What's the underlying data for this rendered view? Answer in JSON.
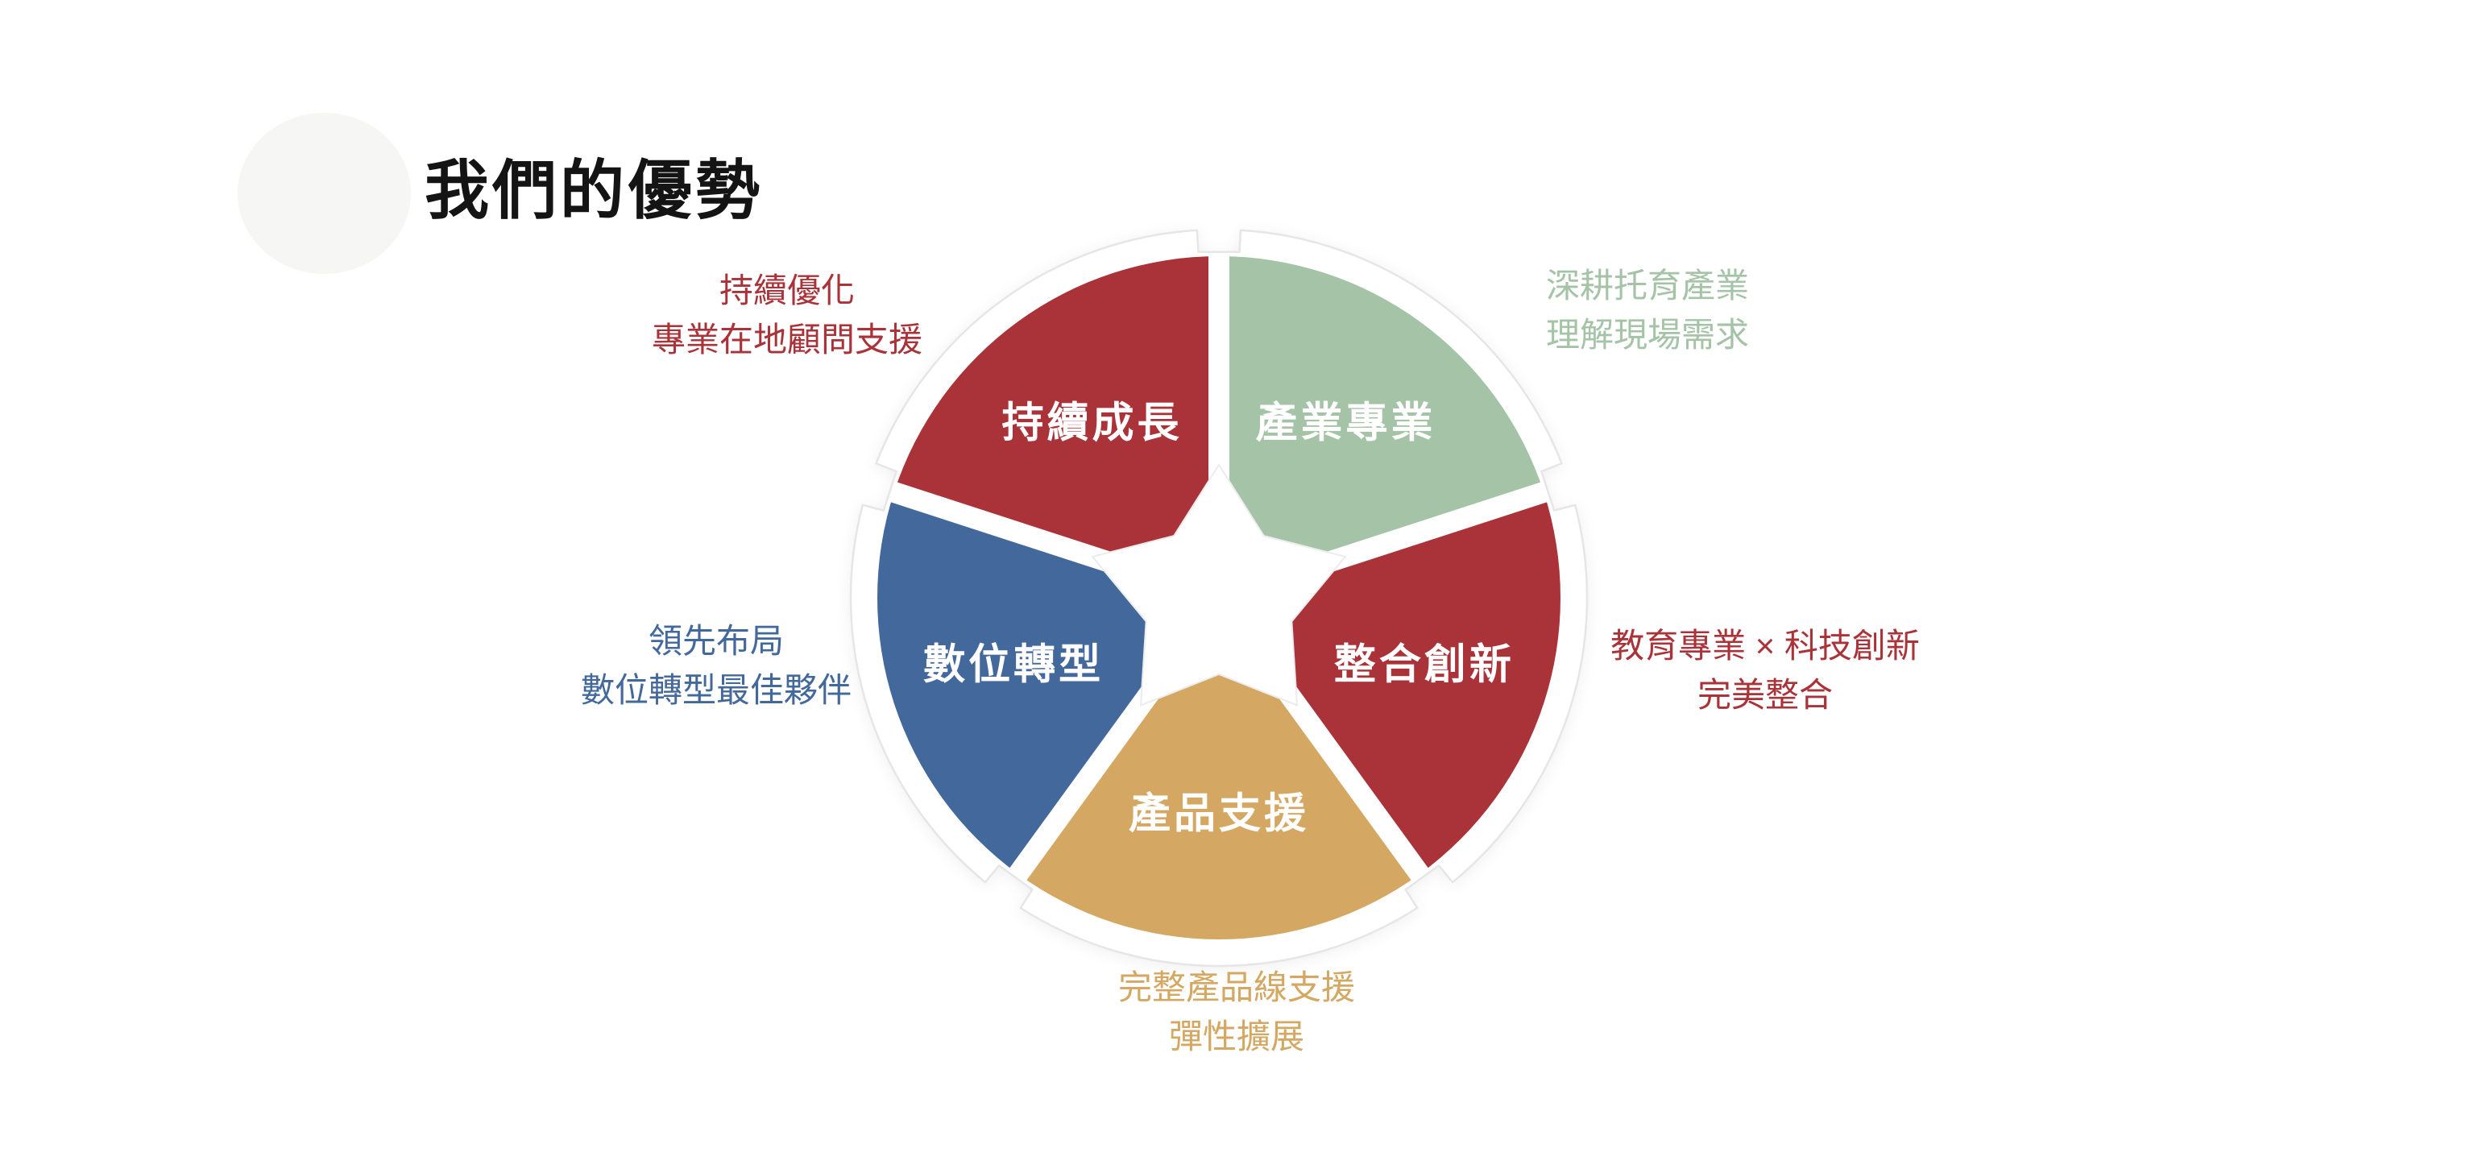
{
  "page": {
    "title": "我們的優勢"
  },
  "wheel": {
    "style": {
      "rim_color": "#ffffff",
      "rim_stroke": "#e6e6e6",
      "label_color": "#ffffff"
    },
    "segments": [
      {
        "id": "sustained-growth",
        "label": "持續成長",
        "color": "#A93338",
        "mid_angle": 126,
        "annotation": {
          "position": "top-left",
          "lines": [
            "持續優化",
            "專業在地顧問支援"
          ]
        }
      },
      {
        "id": "industry-expertise",
        "label": "產業專業",
        "color": "#A5C3A6",
        "mid_angle": 54,
        "annotation": {
          "position": "top-right",
          "lines": [
            "深耕托育產業",
            "理解現場需求"
          ]
        }
      },
      {
        "id": "integrated-innovation",
        "label": "整合創新",
        "color": "#A93338",
        "mid_angle": -18,
        "annotation": {
          "position": "right",
          "lines": [
            "教育專業 × 科技創新",
            "完美整合"
          ]
        }
      },
      {
        "id": "product-support",
        "label": "產品支援",
        "color": "#D4A762",
        "mid_angle": -90,
        "annotation": {
          "position": "bottom",
          "lines": [
            "完整產品線支援",
            "彈性擴展"
          ]
        }
      },
      {
        "id": "digital-transformation",
        "label": "數位轉型",
        "color": "#43689C",
        "mid_angle": -162,
        "annotation": {
          "position": "left",
          "lines": [
            "領先布局",
            "數位轉型最佳夥伴"
          ]
        }
      }
    ]
  }
}
